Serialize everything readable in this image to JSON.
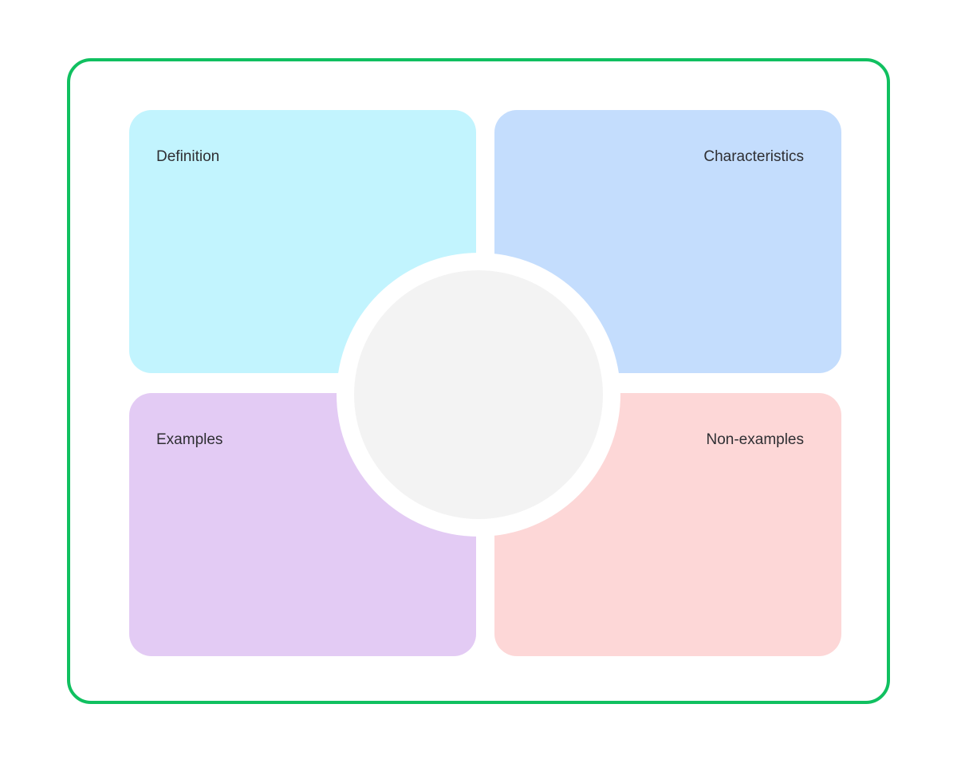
{
  "diagram": {
    "type": "frayer-model",
    "frame_color": "#10c060",
    "quadrants": [
      {
        "position": "top-left",
        "label": "Definition",
        "color": "#c2f4fe"
      },
      {
        "position": "top-right",
        "label": "Characteristics",
        "color": "#c4ddfd"
      },
      {
        "position": "bottom-left",
        "label": "Examples",
        "color": "#e3cbf4"
      },
      {
        "position": "bottom-right",
        "label": "Non-examples",
        "color": "#fdd7d7"
      }
    ],
    "center": {
      "label": "",
      "color": "#f3f3f3"
    }
  }
}
